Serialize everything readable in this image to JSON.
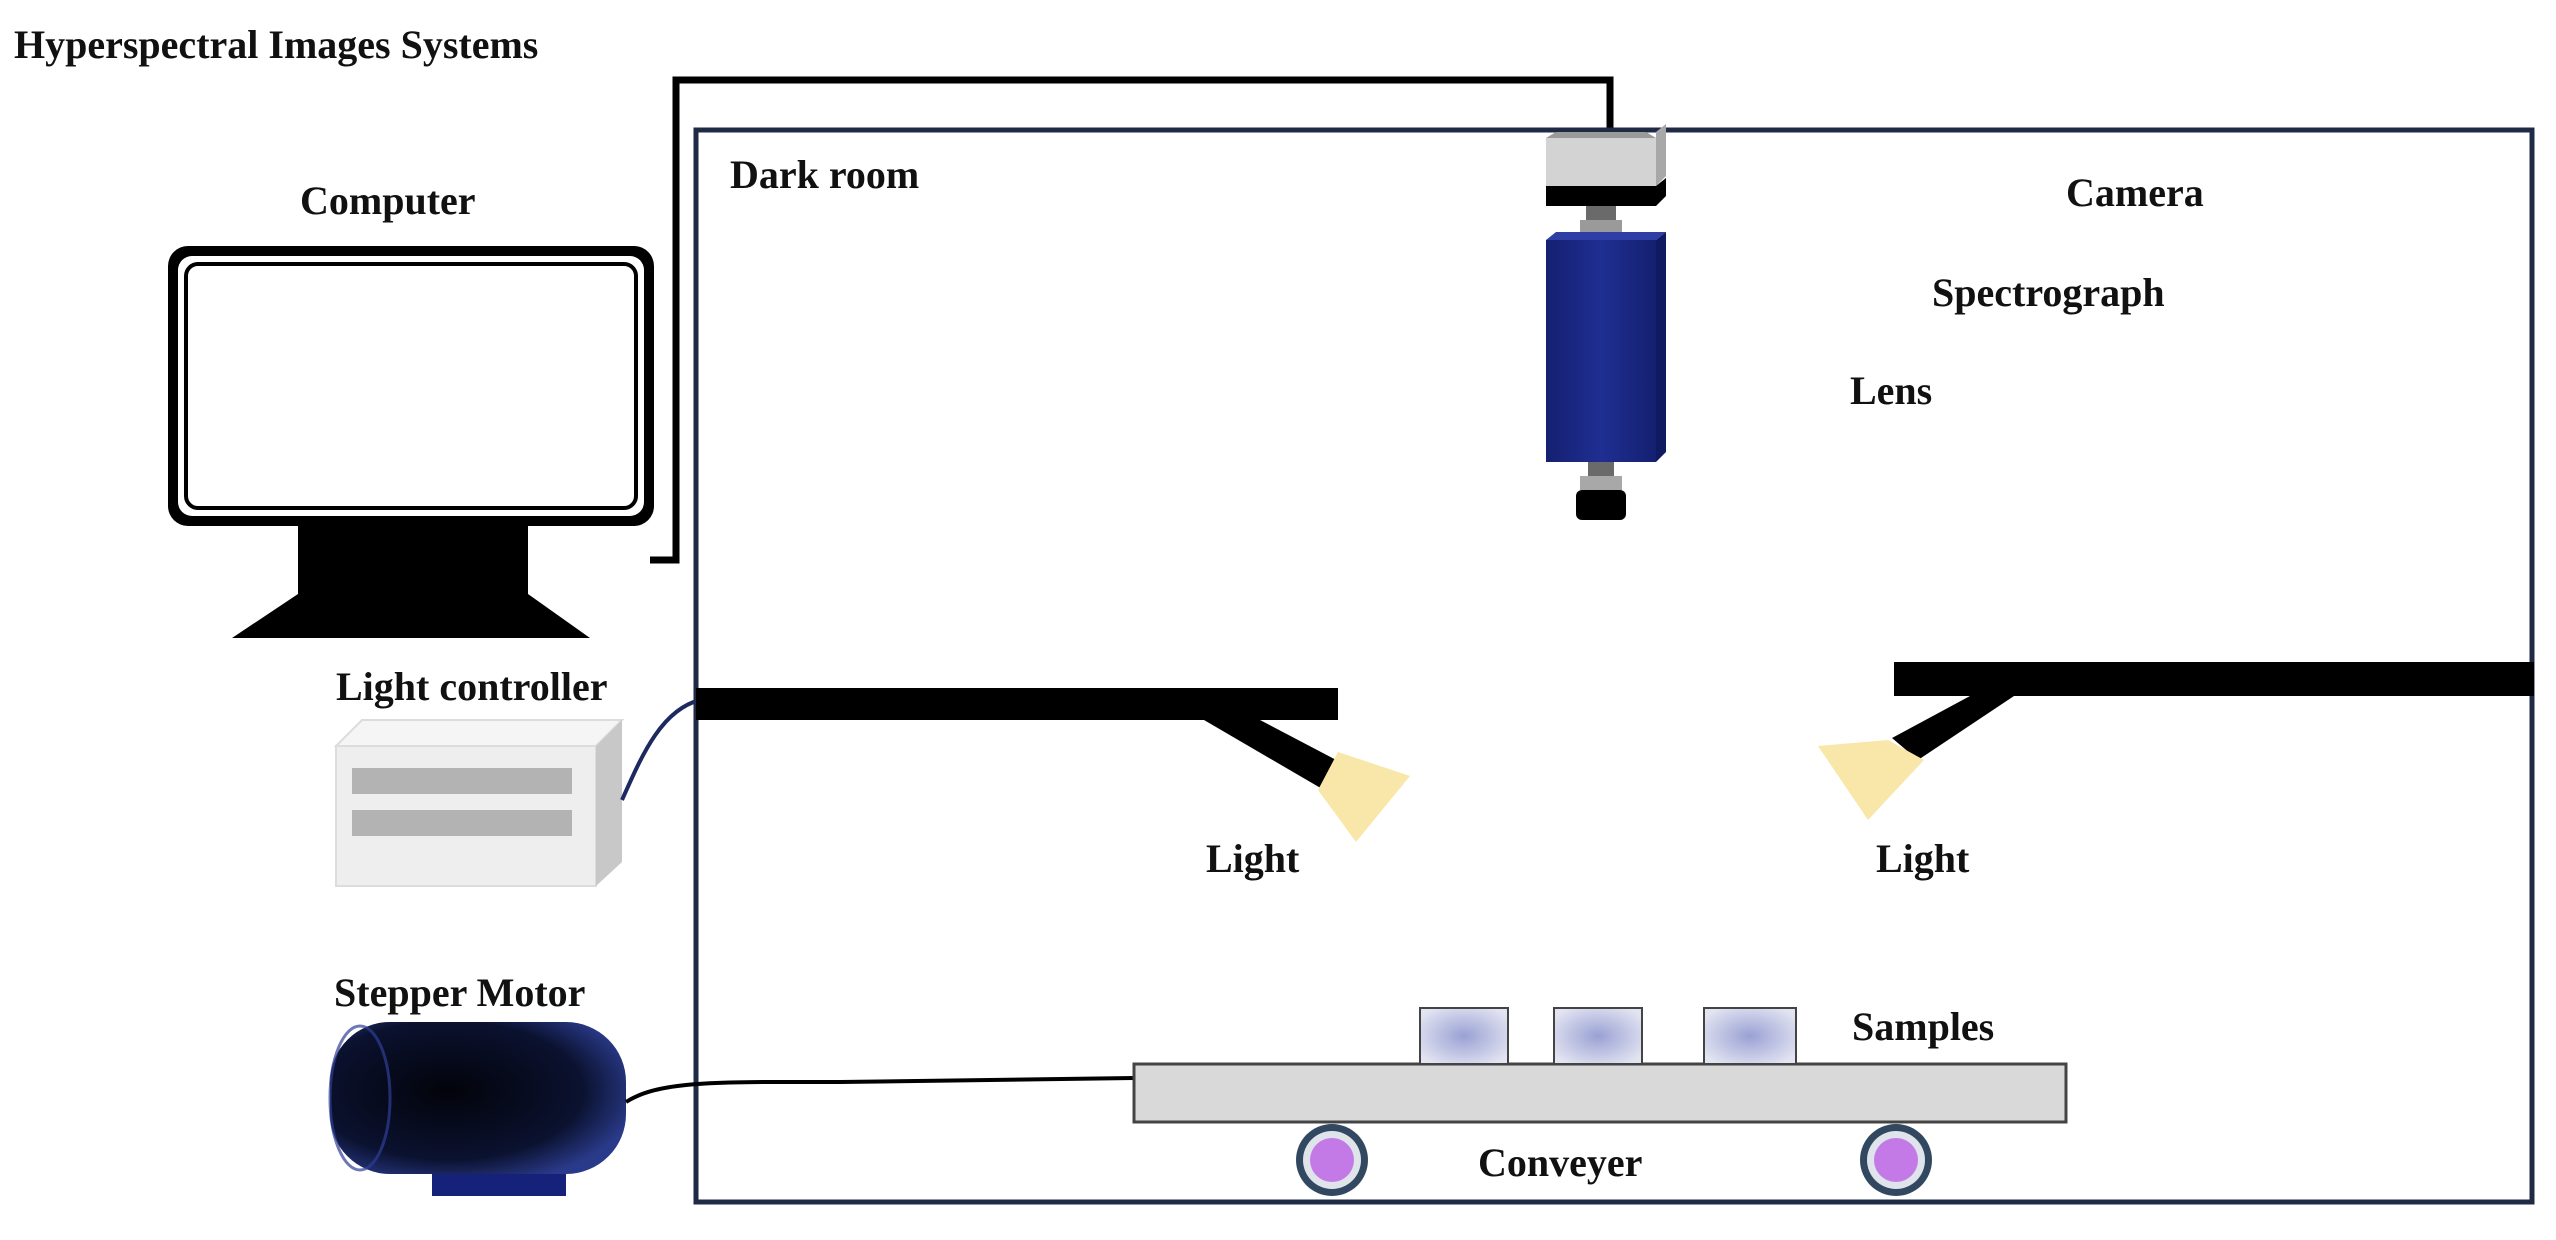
{
  "title": "Hyperspectral Images Systems",
  "labels": {
    "computer": "Computer",
    "dark_room": "Dark room",
    "camera": "Camera",
    "spectrograph": "Spectrograph",
    "lens": "Lens",
    "light_controller": "Light controller",
    "light_left": "Light",
    "light_right": "Light",
    "stepper_motor": "Stepper Motor",
    "samples": "Samples",
    "conveyer": "Conveyer"
  },
  "colors": {
    "frame": "#1f2a44",
    "spectrograph_body": "#1c2a86",
    "motor_body": "#0d1640",
    "light_beam": "#f8e7a8",
    "wheel_hub": "#c47ae6",
    "wheel_rim": "#324861",
    "conveyor_belt": "#d9d9d9",
    "sample_fill": "#b8bddb",
    "controller_body": "#eeeeee"
  }
}
